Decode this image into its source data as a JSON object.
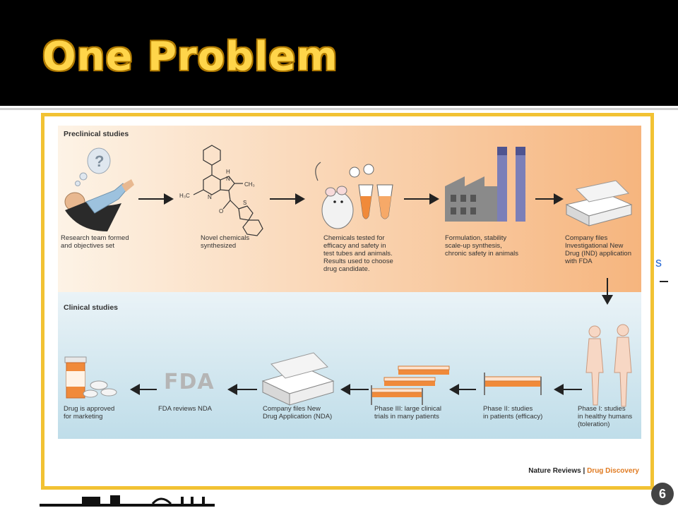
{
  "slide": {
    "title": "One Problem",
    "page_number": "6",
    "stray_glyph": "s"
  },
  "diagram": {
    "preclinical_label": "Preclinical studies",
    "clinical_label": "Clinical studies",
    "formula_labels": {
      "h": "H",
      "n": "N",
      "ch3": "CH₃",
      "h3c": "H₃C",
      "o": "O",
      "s": "S"
    },
    "fda_text": "FDA",
    "preclinical_steps": [
      {
        "lines": [
          "Research team formed",
          "and objectives set"
        ]
      },
      {
        "lines": [
          "Novel chemicals",
          "synthesized"
        ]
      },
      {
        "lines": [
          "Chemicals tested for",
          "efficacy and safety in",
          "test tubes and animals.",
          "Results used to choose",
          "drug candidate."
        ]
      },
      {
        "lines": [
          "Formulation, stability",
          "scale-up synthesis,",
          "chronic safety in animals"
        ]
      },
      {
        "lines": [
          "Company files",
          "Investigational New",
          "Drug (IND) application",
          "with FDA"
        ]
      }
    ],
    "clinical_steps": [
      {
        "lines": [
          "Drug is approved",
          "for marketing"
        ]
      },
      {
        "lines": [
          "FDA reviews NDA"
        ]
      },
      {
        "lines": [
          "Company files New",
          "Drug Application (NDA)"
        ]
      },
      {
        "lines": [
          "Phase III: large clinical",
          "trials in many patients"
        ]
      },
      {
        "lines": [
          "Phase II: studies",
          "in patients (efficacy)"
        ]
      },
      {
        "lines": [
          "Phase I: studies",
          "in healthy humans",
          "(toleration)"
        ]
      }
    ],
    "credit": {
      "journal": "Nature Reviews",
      "separator": " | ",
      "section": "Drug Discovery"
    }
  },
  "colors": {
    "title": "#ffd54a",
    "frame_border": "#f2c233",
    "preclinical_bg_left": "#fdf3e6",
    "preclinical_bg_right": "#f6b57e",
    "clinical_bg_top": "#eaf3f7",
    "clinical_bg_bottom": "#bfdde9",
    "accent_orange": "#f08a3a",
    "factory_gray": "#8a8a8a",
    "pipe_blue": "#7b7fb8"
  },
  "icons": [
    "question-bubble-icon",
    "scientist-icon",
    "molecule-icon",
    "mouse-icon",
    "test-tube-icon",
    "factory-icon",
    "document-box-icon",
    "humans-icon",
    "hospital-bed-icon",
    "pill-bottle-icon"
  ]
}
